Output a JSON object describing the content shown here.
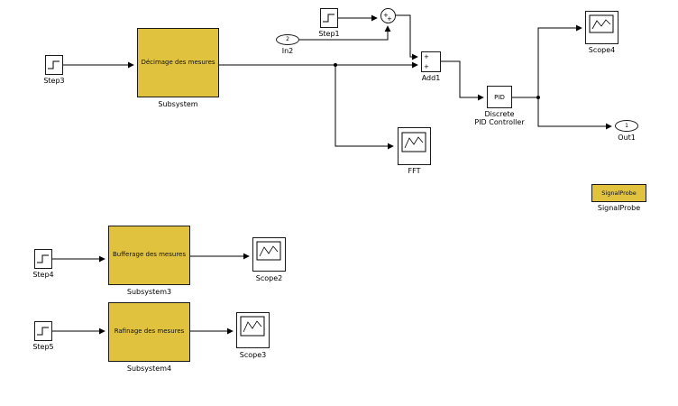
{
  "diagram": {
    "step3": {
      "label": "Step3"
    },
    "subsystem1": {
      "text": "Décimage des mesures",
      "label": "Subsystem"
    },
    "step1": {
      "label": "Step1"
    },
    "in2": {
      "port": "2",
      "label": "In2"
    },
    "sum": {
      "sign_left": "+",
      "sign_bottom": "+"
    },
    "add1": {
      "sign_top": "+",
      "sign_bottom": "+",
      "label": "Add1"
    },
    "pid": {
      "text": "PID",
      "label_line1": "Discrete",
      "label_line2": "PID Controller"
    },
    "scope4": {
      "label": "Scope4"
    },
    "out1": {
      "port": "1",
      "label": "Out1"
    },
    "fft": {
      "label": "FFT"
    },
    "signal_probe": {
      "text": "SignalProbe",
      "label": "SignalProbe"
    },
    "step4": {
      "label": "Step4"
    },
    "subsystem3": {
      "text": "Bufferage des mesures",
      "label": "Subsystem3"
    },
    "scope2": {
      "label": "Scope2"
    },
    "step5": {
      "label": "Step5"
    },
    "subsystem4": {
      "text": "Rafinage des mesures",
      "label": "Subsystem4"
    },
    "scope3": {
      "label": "Scope3"
    }
  },
  "colors": {
    "subsystem_fill": "#E0C23F",
    "block_border": "#1a1a1a",
    "wire": "#000000",
    "canvas_bg": "#FFFFFF"
  }
}
